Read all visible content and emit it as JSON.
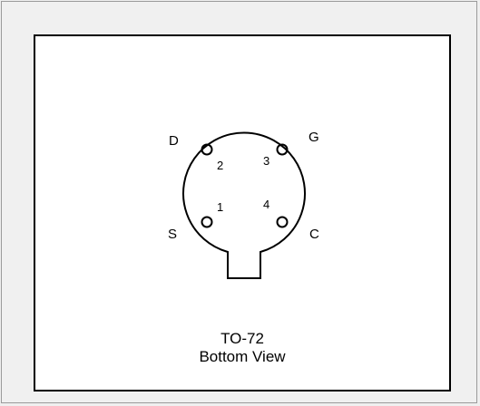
{
  "package": {
    "name": "TO-72",
    "view": "Bottom View"
  },
  "pins": {
    "label_D": "D",
    "label_G": "G",
    "label_S": "S",
    "label_C": "C",
    "number_1": "1",
    "number_2": "2",
    "number_3": "3",
    "number_4": "4"
  },
  "colors": {
    "line": "#000000",
    "panel": "#ffffff",
    "background": "#f0f0f0"
  }
}
